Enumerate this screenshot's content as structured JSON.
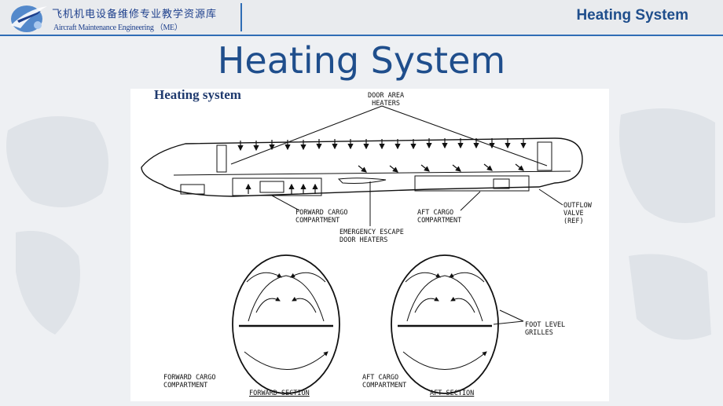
{
  "header": {
    "org_cn": "飞机机电设备维修专业教学资源库",
    "org_en": "Aircraft Maintenance Engineering （ME）",
    "title": "Heating System"
  },
  "slide": {
    "title": "Heating System"
  },
  "figure": {
    "caption": "Heating system",
    "labels": {
      "door_area_1": "DOOR AREA",
      "door_area_2": "HEATERS",
      "fwd_cargo_1": "FORWARD CARGO",
      "fwd_cargo_2": "COMPARTMENT",
      "aft_cargo_1": "AFT CARGO",
      "aft_cargo_2": "COMPARTMENT",
      "outflow_1": "OUTFLOW",
      "outflow_2": "VALVE",
      "outflow_3": "(REF)",
      "emergency_1": "EMERGENCY ESCAPE",
      "emergency_2": "DOOR HEATERS",
      "foot_1": "FOOT LEVEL",
      "foot_2": "GRILLES",
      "fwd_sec_cargo_1": "FORWARD CARGO",
      "fwd_sec_cargo_2": "COMPARTMENT",
      "aft_sec_cargo_1": "AFT CARGO",
      "aft_sec_cargo_2": "COMPARTMENT",
      "fwd_section": "FORWARD SECTION",
      "aft_section": "AFT SECTION"
    }
  }
}
